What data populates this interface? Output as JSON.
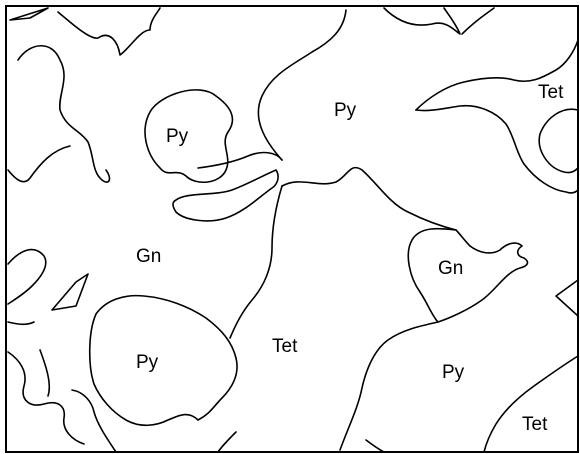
{
  "regions": [
    {
      "id": "py-1",
      "label": "Py"
    },
    {
      "id": "py-2",
      "label": "Py"
    },
    {
      "id": "tet-1",
      "label": "Tet"
    },
    {
      "id": "gn-1",
      "label": "Gn"
    },
    {
      "id": "gn-2",
      "label": "Gn"
    },
    {
      "id": "py-3",
      "label": "Py"
    },
    {
      "id": "tet-2",
      "label": "Tet"
    },
    {
      "id": "py-4",
      "label": "Py"
    },
    {
      "id": "tet-3",
      "label": "Tet"
    }
  ]
}
